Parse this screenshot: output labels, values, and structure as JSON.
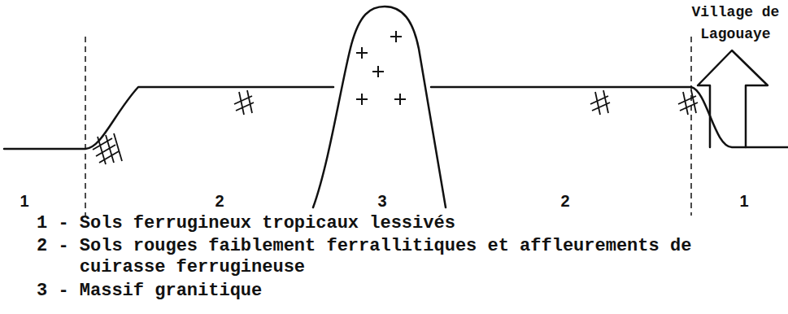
{
  "diagram": {
    "labels": [
      "Village de Lagouaye",
      "1",
      "2",
      "3",
      "2",
      "1",
      "1 - Sols ferrugineux tropicaux lessivés",
      "2 - Sols rouges faiblement ferrallitiques et affleurements de cuirasse ferrugineuse",
      "3 - Massif granitique"
    ]
  }
}
